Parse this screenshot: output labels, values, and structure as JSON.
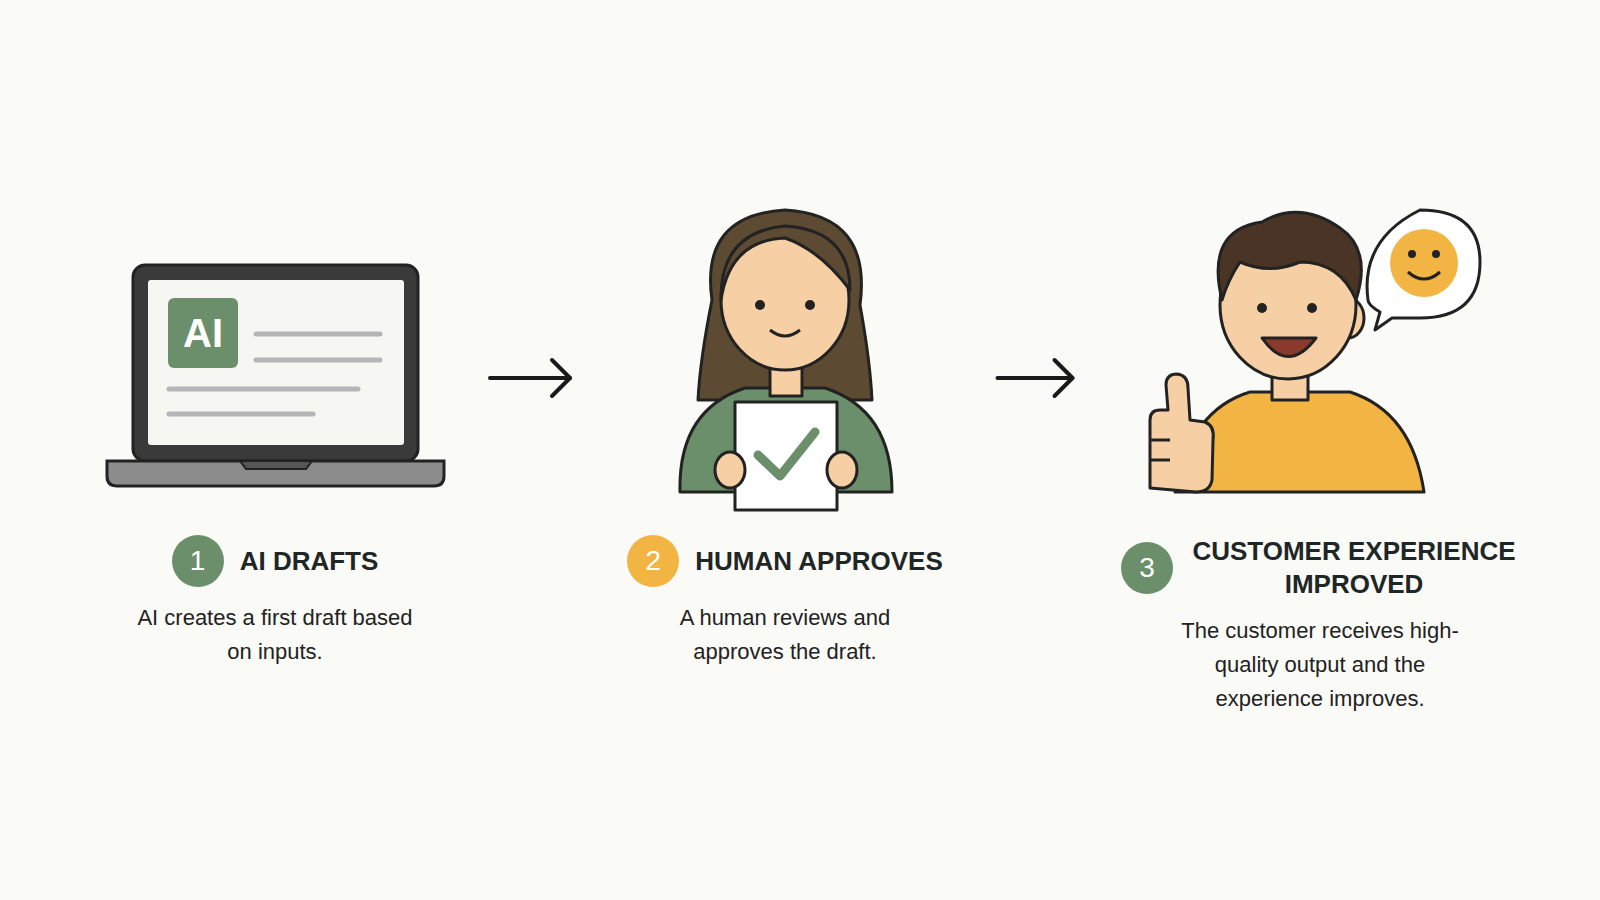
{
  "diagram": {
    "nodes": [
      {
        "text": [
          "AI DRAFTS",
          "AI creates a first draft based on inputs."
        ]
      },
      {
        "text": [
          "AI"
        ],
        "in": 0
      },
      {
        "text": [
          "1"
        ],
        "in": 0
      },
      {
        "text": [
          "HUMAN APPROVES",
          "A human reviews and approves the draft."
        ]
      },
      {
        "text": [
          "2"
        ],
        "in": 3
      },
      {
        "text": [
          "CUSTOMER EXPERIENCE IMPROVED",
          "The customer receives high-quality output and the experience improves."
        ]
      },
      {
        "text": [
          "3"
        ],
        "in": 5
      }
    ],
    "edges": [
      {
        "from": 0,
        "to": 3,
        "arrow": "to"
      },
      {
        "from": 3,
        "to": 5,
        "arrow": "to"
      }
    ]
  }
}
